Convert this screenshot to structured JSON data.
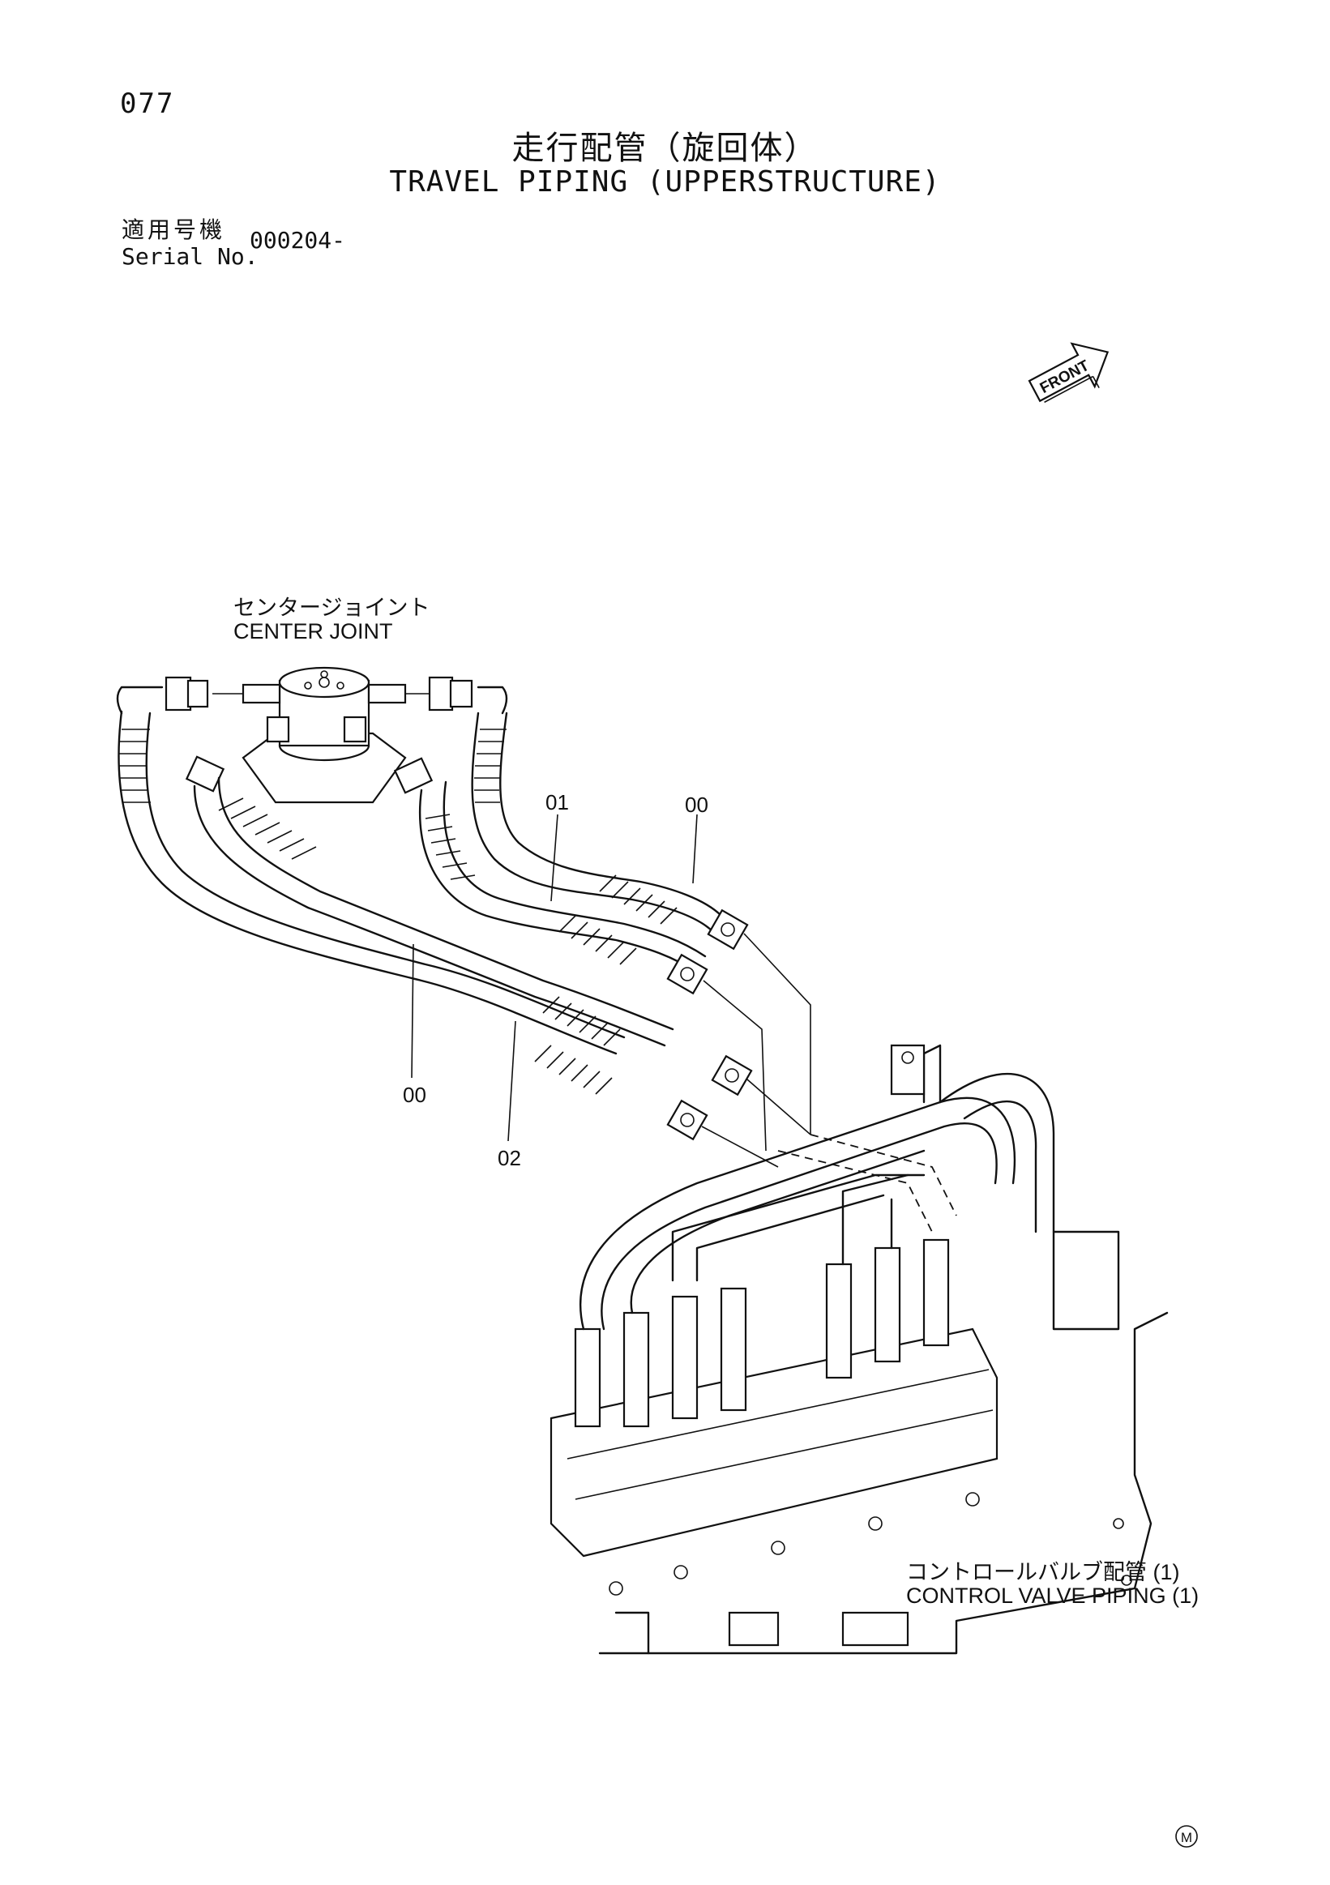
{
  "header": {
    "page_number": "077",
    "title_jp": "走行配管（旋回体）",
    "title_en": "TRAVEL PIPING (UPPERSTRUCTURE)"
  },
  "serial": {
    "label_jp": "適用号機",
    "label_en": "Serial No.",
    "value": "000204-"
  },
  "orientation": {
    "label": "FRONT",
    "icon": "front-arrow-icon"
  },
  "labels": {
    "center_joint_jp": "センタージョイント",
    "center_joint_en": "CENTER JOINT",
    "control_valve_jp": "コントロールバルブ配管 (1)",
    "control_valve_en": "CONTROL VALVE PIPING (1)"
  },
  "callouts": [
    "01",
    "00",
    "00",
    "02"
  ],
  "footer": {
    "mark": "M"
  }
}
